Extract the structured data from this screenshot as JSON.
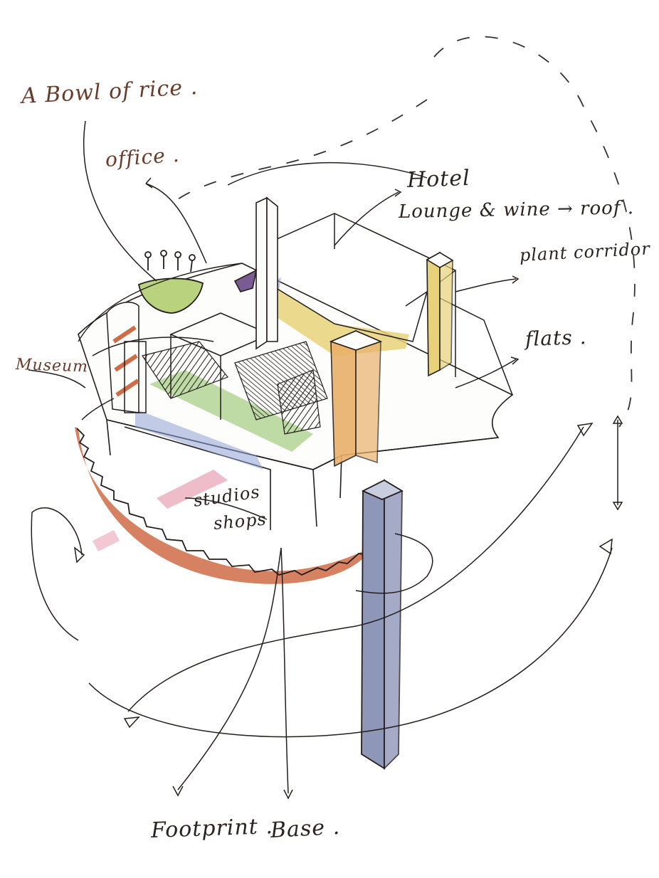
{
  "labels": {
    "bowl_of_rice": "A Bowl of rice .",
    "office": "office .",
    "hotel": "Hotel",
    "lounge_wine_roof": "Lounge & wine → roof .",
    "plant_corridor": "plant corridor",
    "flats": "flats .",
    "museum": "Museum",
    "studios_shops_line1": "studios",
    "studios_shops_line2": "shops",
    "footprint": "Footprint .",
    "base": "Base ."
  },
  "colors": {
    "ink": "#231d1c",
    "bowl": "#b9d27d",
    "band": "#cf6b45",
    "yellow": "#e7d27a",
    "green": "#a8cf8a",
    "orange": "#eab06a",
    "column": "#8f97b9",
    "blue": "#8fa3d6",
    "pink": "#e591a7",
    "purple": "#7a5c93"
  }
}
